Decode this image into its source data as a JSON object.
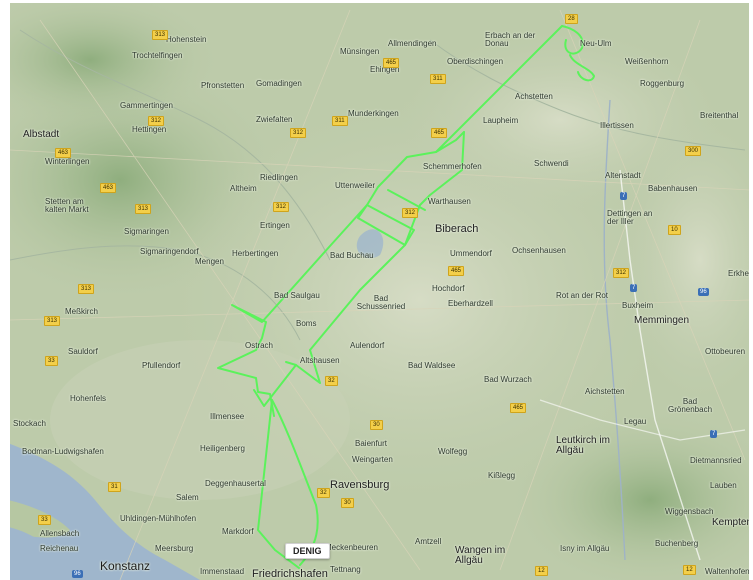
{
  "map": {
    "flight_callsign": "DENIG",
    "track_color": "#5bf25b",
    "lake_color": "#9fb6cc",
    "places": [
      {
        "name": "Hohenstein",
        "cls": "lbl"
      },
      {
        "name": "Trochtelfingen",
        "cls": "lbl"
      },
      {
        "name": "Gomadingen",
        "cls": "lbl"
      },
      {
        "name": "Münsingen",
        "cls": "lbl"
      },
      {
        "name": "Ehingen",
        "cls": "lbl"
      },
      {
        "name": "Allmendingen",
        "cls": "lbl"
      },
      {
        "name": "Erbach an der Donau",
        "cls": "lbl"
      },
      {
        "name": "Oberdischingen",
        "cls": "lbl"
      },
      {
        "name": "Neu-Ulm",
        "cls": "lbl"
      },
      {
        "name": "Weißenhorn",
        "cls": "lbl"
      },
      {
        "name": "Roggenburg",
        "cls": "lbl"
      },
      {
        "name": "Illertissen",
        "cls": "lbl"
      },
      {
        "name": "Albstadt",
        "cls": "lbl city"
      },
      {
        "name": "Winterlingen",
        "cls": "lbl"
      },
      {
        "name": "Stetten am kalten Markt",
        "cls": "lbl"
      },
      {
        "name": "Gammertingen",
        "cls": "lbl"
      },
      {
        "name": "Hettingen",
        "cls": "lbl"
      },
      {
        "name": "Pfronstetten",
        "cls": "lbl"
      },
      {
        "name": "Zwiefalten",
        "cls": "lbl"
      },
      {
        "name": "Munderkingen",
        "cls": "lbl"
      },
      {
        "name": "Laupheim",
        "cls": "lbl"
      },
      {
        "name": "Achstetten",
        "cls": "lbl"
      },
      {
        "name": "Schwendi",
        "cls": "lbl"
      },
      {
        "name": "Riedlingen",
        "cls": "lbl"
      },
      {
        "name": "Altheim",
        "cls": "lbl"
      },
      {
        "name": "Uttenweiler",
        "cls": "lbl"
      },
      {
        "name": "Schemmerhofen",
        "cls": "lbl"
      },
      {
        "name": "Warthausen",
        "cls": "lbl"
      },
      {
        "name": "Biberach",
        "cls": "lbl big"
      },
      {
        "name": "Sigmaringen",
        "cls": "lbl"
      },
      {
        "name": "Sigmaringendorf",
        "cls": "lbl"
      },
      {
        "name": "Mengen",
        "cls": "lbl"
      },
      {
        "name": "Herbertingen",
        "cls": "lbl"
      },
      {
        "name": "Ertingen",
        "cls": "lbl"
      },
      {
        "name": "Bad Buchau",
        "cls": "lbl"
      },
      {
        "name": "Ummendorf",
        "cls": "lbl"
      },
      {
        "name": "Ochsenhausen",
        "cls": "lbl"
      },
      {
        "name": "Altenstadt",
        "cls": "lbl"
      },
      {
        "name": "Babenhausen",
        "cls": "lbl"
      },
      {
        "name": "Dettingen an der Iller",
        "cls": "lbl"
      },
      {
        "name": "Hochdorf",
        "cls": "lbl"
      },
      {
        "name": "Eberhardzell",
        "cls": "lbl"
      },
      {
        "name": "Rot an der Rot",
        "cls": "lbl"
      },
      {
        "name": "Buxheim",
        "cls": "lbl"
      },
      {
        "name": "Memmingen",
        "cls": "lbl city"
      },
      {
        "name": "Meßkirch",
        "cls": "lbl"
      },
      {
        "name": "Bad Saulgau",
        "cls": "lbl"
      },
      {
        "name": "Bad Schussenried",
        "cls": "lbl"
      },
      {
        "name": "Sauldorf",
        "cls": "lbl"
      },
      {
        "name": "Pfullendorf",
        "cls": "lbl"
      },
      {
        "name": "Ostrach",
        "cls": "lbl"
      },
      {
        "name": "Boms",
        "cls": "lbl"
      },
      {
        "name": "Altshausen",
        "cls": "lbl"
      },
      {
        "name": "Aulendorf",
        "cls": "lbl"
      },
      {
        "name": "Bad Waldsee",
        "cls": "lbl"
      },
      {
        "name": "Bad Wurzach",
        "cls": "lbl"
      },
      {
        "name": "Aichstetten",
        "cls": "lbl"
      },
      {
        "name": "Bad Grönenbach",
        "cls": "lbl"
      },
      {
        "name": "Ottobeuren",
        "cls": "lbl"
      },
      {
        "name": "Hohenfels",
        "cls": "lbl"
      },
      {
        "name": "Stockach",
        "cls": "lbl"
      },
      {
        "name": "Illmensee",
        "cls": "lbl"
      },
      {
        "name": "Heiligenberg",
        "cls": "lbl"
      },
      {
        "name": "Baienfurt",
        "cls": "lbl"
      },
      {
        "name": "Weingarten",
        "cls": "lbl"
      },
      {
        "name": "Wolfegg",
        "cls": "lbl"
      },
      {
        "name": "Kißlegg",
        "cls": "lbl"
      },
      {
        "name": "Leutkirch im Allgäu",
        "cls": "lbl city"
      },
      {
        "name": "Legau",
        "cls": "lbl"
      },
      {
        "name": "Dietmannsried",
        "cls": "lbl"
      },
      {
        "name": "Bodman-Ludwigshafen",
        "cls": "lbl"
      },
      {
        "name": "Salem",
        "cls": "lbl"
      },
      {
        "name": "Deggenhausertal",
        "cls": "lbl"
      },
      {
        "name": "Ravensburg",
        "cls": "lbl big"
      },
      {
        "name": "Lauben",
        "cls": "lbl"
      },
      {
        "name": "Allensbach",
        "cls": "lbl"
      },
      {
        "name": "Reichenau",
        "cls": "lbl"
      },
      {
        "name": "Uhldingen-Mühlhofen",
        "cls": "lbl"
      },
      {
        "name": "Markdorf",
        "cls": "lbl"
      },
      {
        "name": "Meersburg",
        "cls": "lbl"
      },
      {
        "name": "Konstanz",
        "cls": "lbl xl"
      },
      {
        "name": "Immenstaad",
        "cls": "lbl"
      },
      {
        "name": "Friedrichshafen",
        "cls": "lbl big"
      },
      {
        "name": "Tettnang",
        "cls": "lbl"
      },
      {
        "name": "Meckenbeuren",
        "cls": "lbl"
      },
      {
        "name": "Amtzell",
        "cls": "lbl"
      },
      {
        "name": "Wangen im Allgäu",
        "cls": "lbl city"
      },
      {
        "name": "Isny im Allgäu",
        "cls": "lbl"
      },
      {
        "name": "Wiggensbach",
        "cls": "lbl"
      },
      {
        "name": "Buchenberg",
        "cls": "lbl"
      },
      {
        "name": "Kempten",
        "cls": "lbl city"
      },
      {
        "name": "Waltenhofen",
        "cls": "lbl"
      },
      {
        "name": "Breitenthal",
        "cls": "lbl"
      },
      {
        "name": "Erkheim",
        "cls": "lbl"
      }
    ],
    "roads": [
      "313",
      "465",
      "311",
      "465",
      "463",
      "312",
      "311",
      "312",
      "28",
      "300",
      "10",
      "7",
      "463",
      "313",
      "312",
      "312",
      "465",
      "312",
      "7",
      "96",
      "313",
      "313",
      "32",
      "30",
      "465",
      "33",
      "31",
      "32",
      "30",
      "33",
      "12",
      "12",
      "7",
      "96"
    ]
  }
}
